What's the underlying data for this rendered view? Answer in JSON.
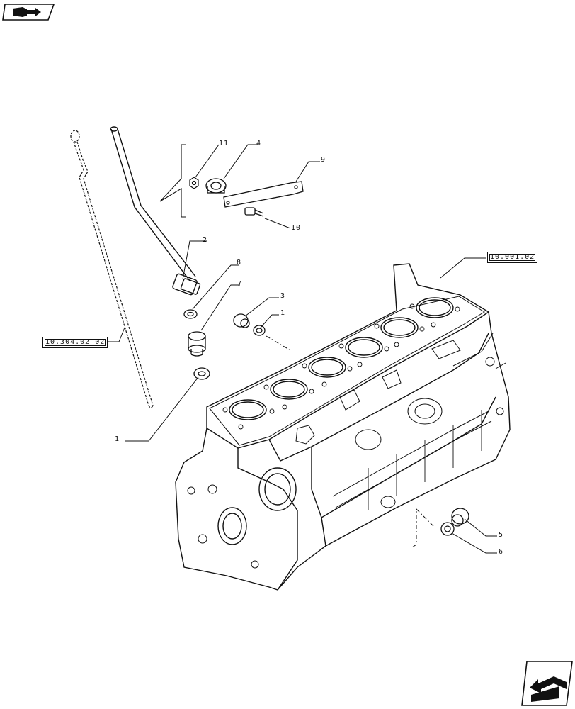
{
  "references": {
    "block": "10.001.02",
    "dipstick": "10.304.02 02"
  },
  "callouts": {
    "c11": "11",
    "c4": "4",
    "c9": "9",
    "c10": "10",
    "c2": "2",
    "c8": "8",
    "c7": "7",
    "c3": "3",
    "c1a": "1",
    "c1b": "1",
    "c5": "5",
    "c6": "6"
  },
  "icons": {
    "top_left": "book-arrow-icon",
    "bottom_right": "next-page-arrow-icon"
  },
  "colors": {
    "line": "#111111",
    "background": "#ffffff"
  }
}
